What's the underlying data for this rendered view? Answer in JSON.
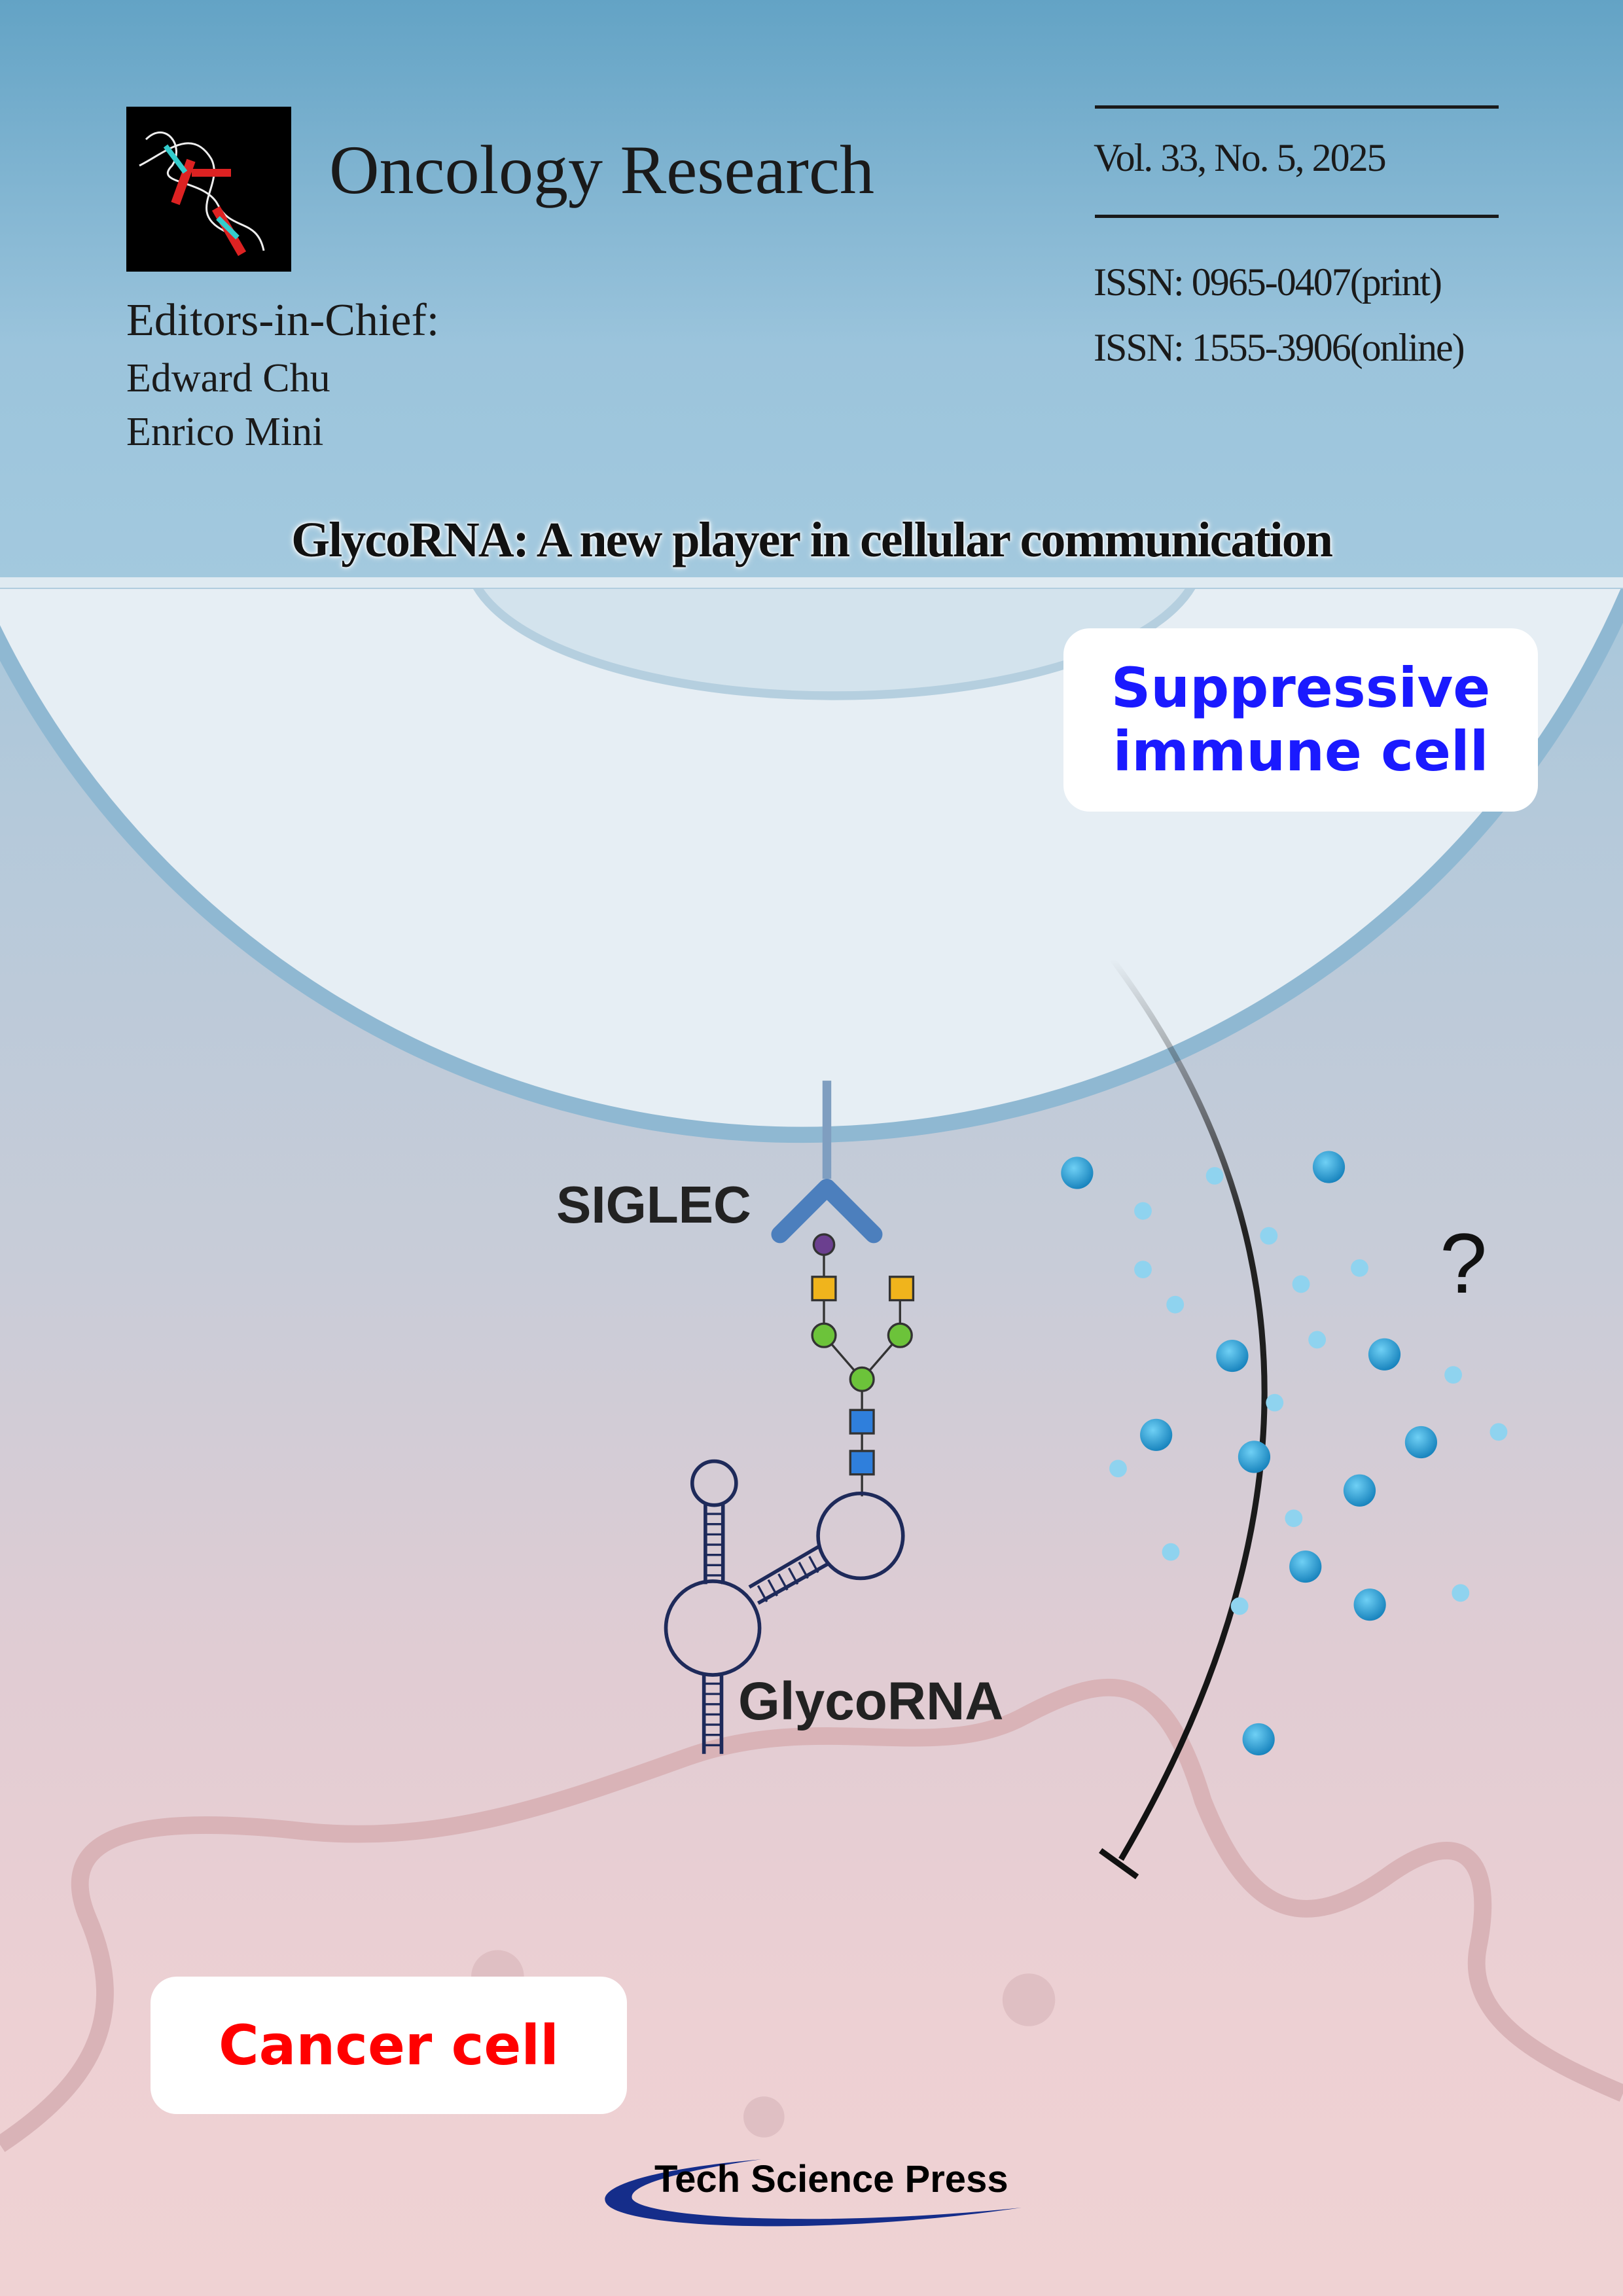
{
  "journal": {
    "title": "Oncology Research",
    "volume_issue": "Vol. 33, No. 5, 2025",
    "issn_print": "ISSN: 0965-0407(print)",
    "issn_online": "ISSN: 1555-3906(online)",
    "editors_label": "Editors-in-Chief:",
    "editors": [
      "Edward Chu",
      "Enrico Mini"
    ]
  },
  "headline": "GlycoRNA: A new player in cellular communication",
  "illustration": {
    "immune_cell_label": "Suppressive immune cell",
    "receptor_label": "SIGLEC",
    "rna_label": "GlycoRNA",
    "question_mark": "?",
    "cancer_cell_label": "Cancer cell",
    "colors": {
      "immune_label": "#1a1aff",
      "cancer_label": "#ff0000",
      "dots": "#1f8fc8"
    }
  },
  "publisher": {
    "name": "Tech Science Press"
  }
}
